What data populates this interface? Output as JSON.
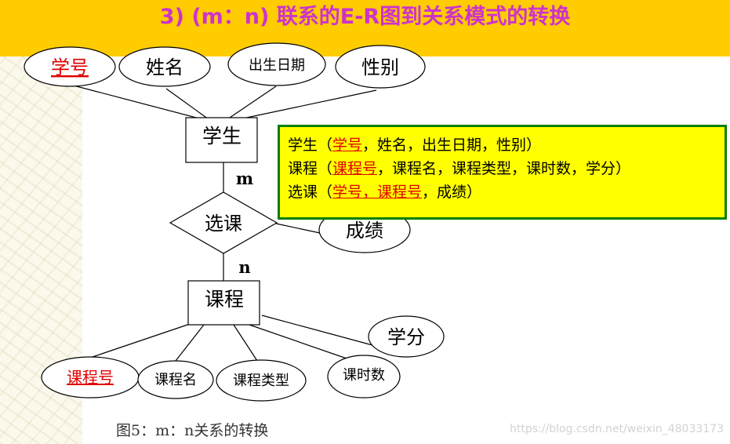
{
  "title": "3) (m：n) 联系的E-R图到关系模式的转换",
  "entities": {
    "student": "学生",
    "course": "课程"
  },
  "relationship": "选课",
  "cardinality": {
    "student_side": "m",
    "course_side": "n"
  },
  "student_attributes": {
    "id": "学号",
    "name": "姓名",
    "birth": "出生日期",
    "gender": "性别"
  },
  "relationship_attribute": "成绩",
  "course_attributes": {
    "id": "课程号",
    "name": "课程名",
    "type": "课程类型",
    "hours": "课时数",
    "credit": "学分"
  },
  "schema": {
    "student": {
      "name": "学生",
      "open": "（",
      "pk": "学号",
      "rest": "，姓名，出生日期，性别）"
    },
    "course": {
      "name": "课程",
      "open": "（",
      "pk": "课程号",
      "rest": "，课程名，课程类型，课时数，学分）"
    },
    "enroll": {
      "name": "选课",
      "open": "（",
      "pk": "学号，课程号",
      "rest": "，成绩）"
    }
  },
  "caption": "图5：m：n关系的转换",
  "watermark": "https://blog.csdn.net/weixin_48033173",
  "colors": {
    "title_bar": "#ffcc00",
    "title_text": "#cc33cc",
    "key_text": "#e00000",
    "box_fill": "#ffff00",
    "box_border": "#008000"
  }
}
